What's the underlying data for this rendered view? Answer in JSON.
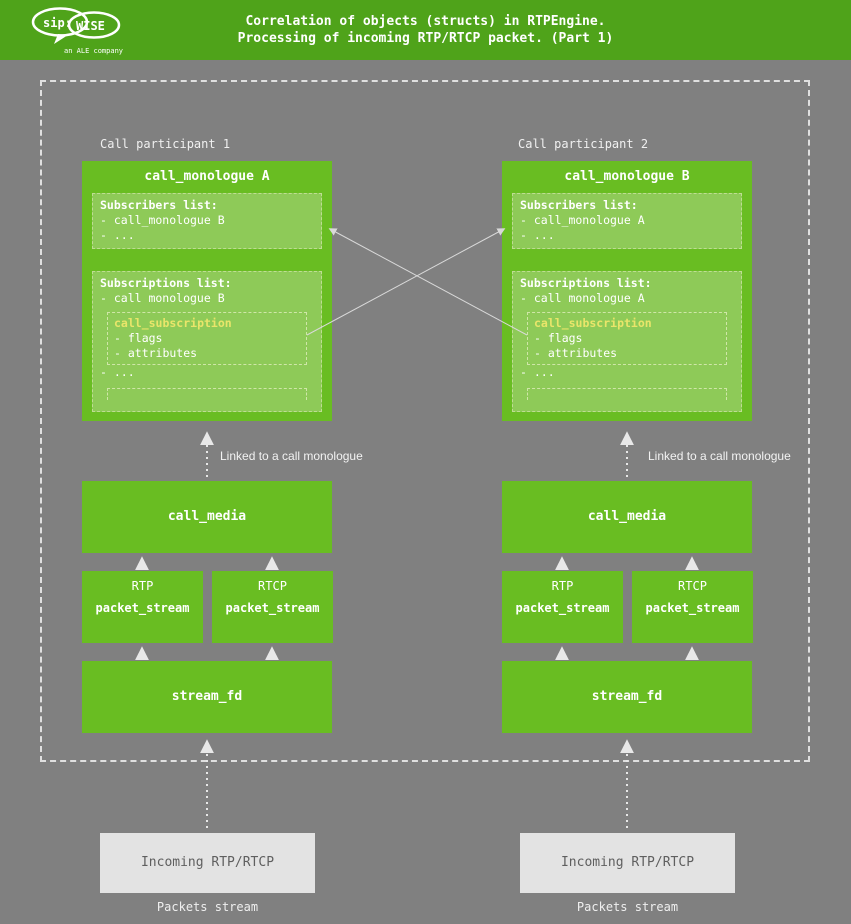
{
  "header": {
    "title_line1": "Correlation of objects (structs) in RTPEngine.",
    "title_line2": "Processing of incoming RTP/RTCP packet. (Part 1)",
    "logo": {
      "brand_left": "sip:",
      "brand_right": "WISE",
      "sub": "an ALE company"
    }
  },
  "colors": {
    "header_green": "#4fa31a",
    "box_green": "#69bd22",
    "inner_green": "#8eca58",
    "subscription_title_yellow": "#e9e56a",
    "background_gray": "#808080",
    "incoming_gray": "#e3e3e3",
    "arrow_light": "#e8e8e8"
  },
  "participants": [
    {
      "label": "Call participant 1",
      "monologue": {
        "title": "call_monologue A",
        "subscribers_title": "Subscribers list:",
        "subscribers_items": [
          "- call_monologue B",
          "- ..."
        ],
        "subscriptions_title": "Subscriptions list:",
        "subscriptions_item": "- call monologue B",
        "subscription_box": {
          "title": "call_subscription",
          "items": [
            "- flags",
            "- attributes"
          ]
        },
        "more": "- ..."
      },
      "link_label": "Linked to a call monologue",
      "call_media": "call_media",
      "streams": [
        {
          "proto": "RTP",
          "label": "packet_stream"
        },
        {
          "proto": "RTCP",
          "label": "packet_stream"
        }
      ],
      "stream_fd": "stream_fd",
      "incoming": "Incoming RTP/RTCP",
      "packets_stream": "Packets stream"
    },
    {
      "label": "Call participant 2",
      "monologue": {
        "title": "call_monologue B",
        "subscribers_title": "Subscribers list:",
        "subscribers_items": [
          "- call_monologue A",
          "- ..."
        ],
        "subscriptions_title": "Subscriptions list:",
        "subscriptions_item": "- call monologue A",
        "subscription_box": {
          "title": "call_subscription",
          "items": [
            "- flags",
            "- attributes"
          ]
        },
        "more": "- ..."
      },
      "link_label": "Linked to a call monologue",
      "call_media": "call_media",
      "streams": [
        {
          "proto": "RTP",
          "label": "packet_stream"
        },
        {
          "proto": "RTCP",
          "label": "packet_stream"
        }
      ],
      "stream_fd": "stream_fd",
      "incoming": "Incoming RTP/RTCP",
      "packets_stream": "Packets stream"
    }
  ]
}
